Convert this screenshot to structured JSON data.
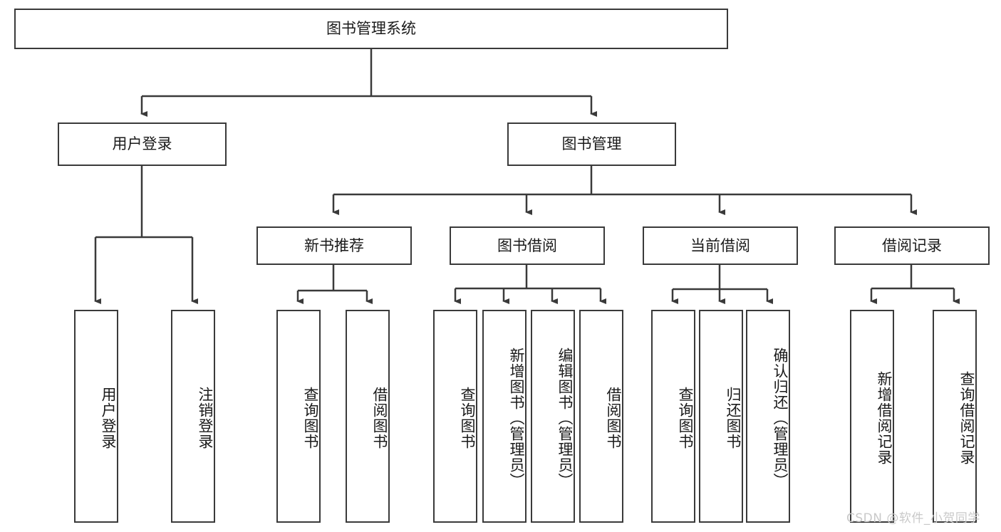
{
  "diagram": {
    "title": "图书管理系统",
    "type": "hierarchy-tree",
    "root": {
      "label": "图书管理系统"
    },
    "level1": [
      {
        "label": "用户登录"
      },
      {
        "label": "图书管理"
      }
    ],
    "level2": [
      {
        "label": "新书推荐"
      },
      {
        "label": "图书借阅"
      },
      {
        "label": "当前借阅"
      },
      {
        "label": "借阅记录"
      }
    ],
    "leaves": {
      "user_login": [
        {
          "label": "用户登录"
        },
        {
          "label": "注销登录"
        }
      ],
      "new_book_recommend": [
        {
          "label": "查询图书"
        },
        {
          "label": "借阅图书"
        }
      ],
      "book_borrow": [
        {
          "label": "查询图书"
        },
        {
          "label": "新增图书（管理员）"
        },
        {
          "label": "编辑图书（管理员）"
        },
        {
          "label": "借阅图书"
        }
      ],
      "current_borrow": [
        {
          "label": "查询图书"
        },
        {
          "label": "归还图书"
        },
        {
          "label": "确认归还（管理员）"
        }
      ],
      "borrow_record": [
        {
          "label": "新增借阅记录"
        },
        {
          "label": "查询借阅记录"
        }
      ]
    }
  },
  "watermark": {
    "text": "CSDN @软件_小贺同学"
  },
  "colors": {
    "border": "#3a3a3a",
    "background": "#ffffff",
    "text": "#1a1a1a",
    "watermark": "#c9c9c9"
  }
}
